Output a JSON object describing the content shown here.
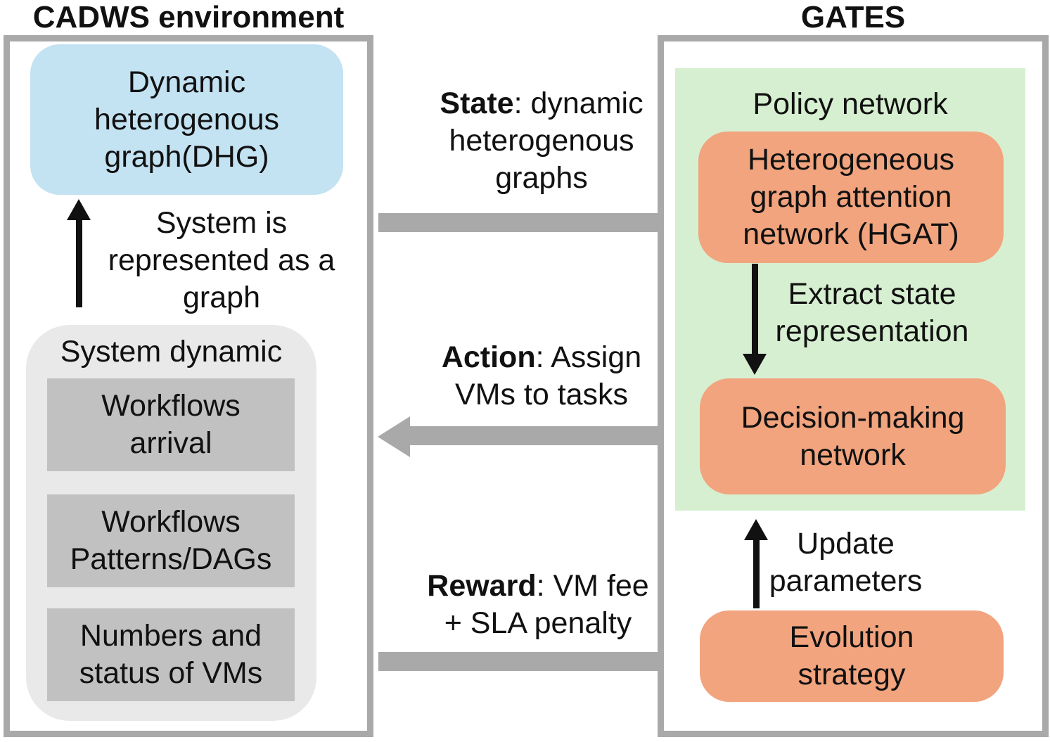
{
  "colors": {
    "panel_border": "#a9a9a9",
    "arrow_gray": "#a9a9a9",
    "dhg_blue": "#c3e2f2",
    "policy_green": "#d7efd1",
    "module_orange": "#f1a47e",
    "system_dynamic_gray": "#e9e9e9",
    "item_gray": "#c1c1c1",
    "text_black": "#111111"
  },
  "left_panel": {
    "title": "CADWS environment",
    "dhg_box": "Dynamic\nheterogenous\ngraph(DHG)",
    "graph_arrow_label": "System is\nrepresented as a\ngraph",
    "system_dynamic": {
      "title": "System dynamic",
      "items": [
        "Workflows\narrival",
        "Workflows\nPatterns/DAGs",
        "Numbers and\nstatus of VMs"
      ]
    }
  },
  "right_panel": {
    "title": "GATES",
    "policy_network": {
      "title": "Policy network",
      "hgat_box": "Heterogeneous\ngraph attention\nnetwork (HGAT)",
      "extract_arrow_label": "Extract state\nrepresentation",
      "decision_box": "Decision-making\nnetwork"
    },
    "update_arrow_label": "Update\nparameters",
    "evolution_box": "Evolution\nstrategy"
  },
  "flows": {
    "state": {
      "keyword": "State",
      "rest": ": dynamic\nheterogenous\ngraphs"
    },
    "action": {
      "keyword": "Action",
      "rest": ": Assign\nVMs to tasks"
    },
    "reward": {
      "keyword": "Reward",
      "rest": ": VM fee\n+ SLA penalty"
    }
  }
}
